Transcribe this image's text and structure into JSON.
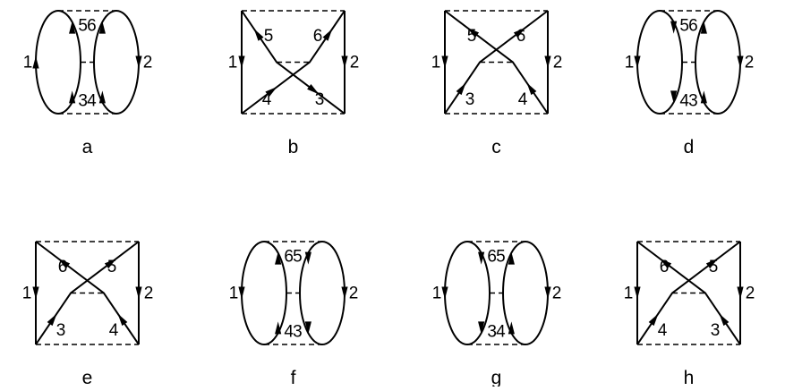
{
  "diagrams": [
    {
      "caption": "a",
      "style": "loop",
      "left": {
        "label": "1",
        "dir": "up"
      },
      "right": {
        "label": "2",
        "dir": "down"
      },
      "ul": {
        "label": "5",
        "dir": "up"
      },
      "ur": {
        "label": "6",
        "dir": "up"
      },
      "ll": {
        "label": "3",
        "dir": "up"
      },
      "lr": {
        "label": "4",
        "dir": "up"
      }
    },
    {
      "caption": "b",
      "style": "cross",
      "left": {
        "label": "1",
        "dir": "down"
      },
      "right": {
        "label": "2",
        "dir": "down"
      },
      "ul": {
        "label": "5",
        "dir": "out"
      },
      "ur": {
        "label": "6",
        "dir": "out"
      },
      "ll": {
        "label": "4",
        "dir": "in"
      },
      "lr": {
        "label": "3",
        "dir": "in"
      }
    },
    {
      "caption": "c",
      "style": "cross",
      "left": {
        "label": "1",
        "dir": "down"
      },
      "right": {
        "label": "2",
        "dir": "down"
      },
      "ul": {
        "label": "5",
        "dir": "in"
      },
      "ur": {
        "label": "6",
        "dir": "in"
      },
      "ll": {
        "label": "3",
        "dir": "out"
      },
      "lr": {
        "label": "4",
        "dir": "out"
      }
    },
    {
      "caption": "d",
      "style": "loop",
      "left": {
        "label": "1",
        "dir": "down"
      },
      "right": {
        "label": "2",
        "dir": "down"
      },
      "ul": {
        "label": "5",
        "dir": "down"
      },
      "ur": {
        "label": "6",
        "dir": "up"
      },
      "ll": {
        "label": "4",
        "dir": "down"
      },
      "lr": {
        "label": "3",
        "dir": "up"
      }
    },
    {
      "caption": "e",
      "style": "cross",
      "left": {
        "label": "1",
        "dir": "down"
      },
      "right": {
        "label": "2",
        "dir": "down"
      },
      "ul": {
        "label": "6",
        "dir": "in"
      },
      "ur": {
        "label": "5",
        "dir": "in"
      },
      "ll": {
        "label": "3",
        "dir": "out"
      },
      "lr": {
        "label": "4",
        "dir": "out"
      }
    },
    {
      "caption": "f",
      "style": "loop",
      "left": {
        "label": "1",
        "dir": "down"
      },
      "right": {
        "label": "2",
        "dir": "down"
      },
      "ul": {
        "label": "6",
        "dir": "up"
      },
      "ur": {
        "label": "5",
        "dir": "down"
      },
      "ll": {
        "label": "4",
        "dir": "up"
      },
      "lr": {
        "label": "3",
        "dir": "down"
      }
    },
    {
      "caption": "g",
      "style": "loop",
      "left": {
        "label": "1",
        "dir": "down"
      },
      "right": {
        "label": "2",
        "dir": "down"
      },
      "ul": {
        "label": "6",
        "dir": "down"
      },
      "ur": {
        "label": "5",
        "dir": "up"
      },
      "ll": {
        "label": "3",
        "dir": "down"
      },
      "lr": {
        "label": "4",
        "dir": "up"
      }
    },
    {
      "caption": "h",
      "style": "cross",
      "left": {
        "label": "1",
        "dir": "down"
      },
      "right": {
        "label": "2",
        "dir": "down"
      },
      "ul": {
        "label": "6",
        "dir": "in"
      },
      "ur": {
        "label": "5",
        "dir": "in"
      },
      "ll": {
        "label": "4",
        "dir": "out"
      },
      "lr": {
        "label": "3",
        "dir": "out"
      }
    }
  ]
}
